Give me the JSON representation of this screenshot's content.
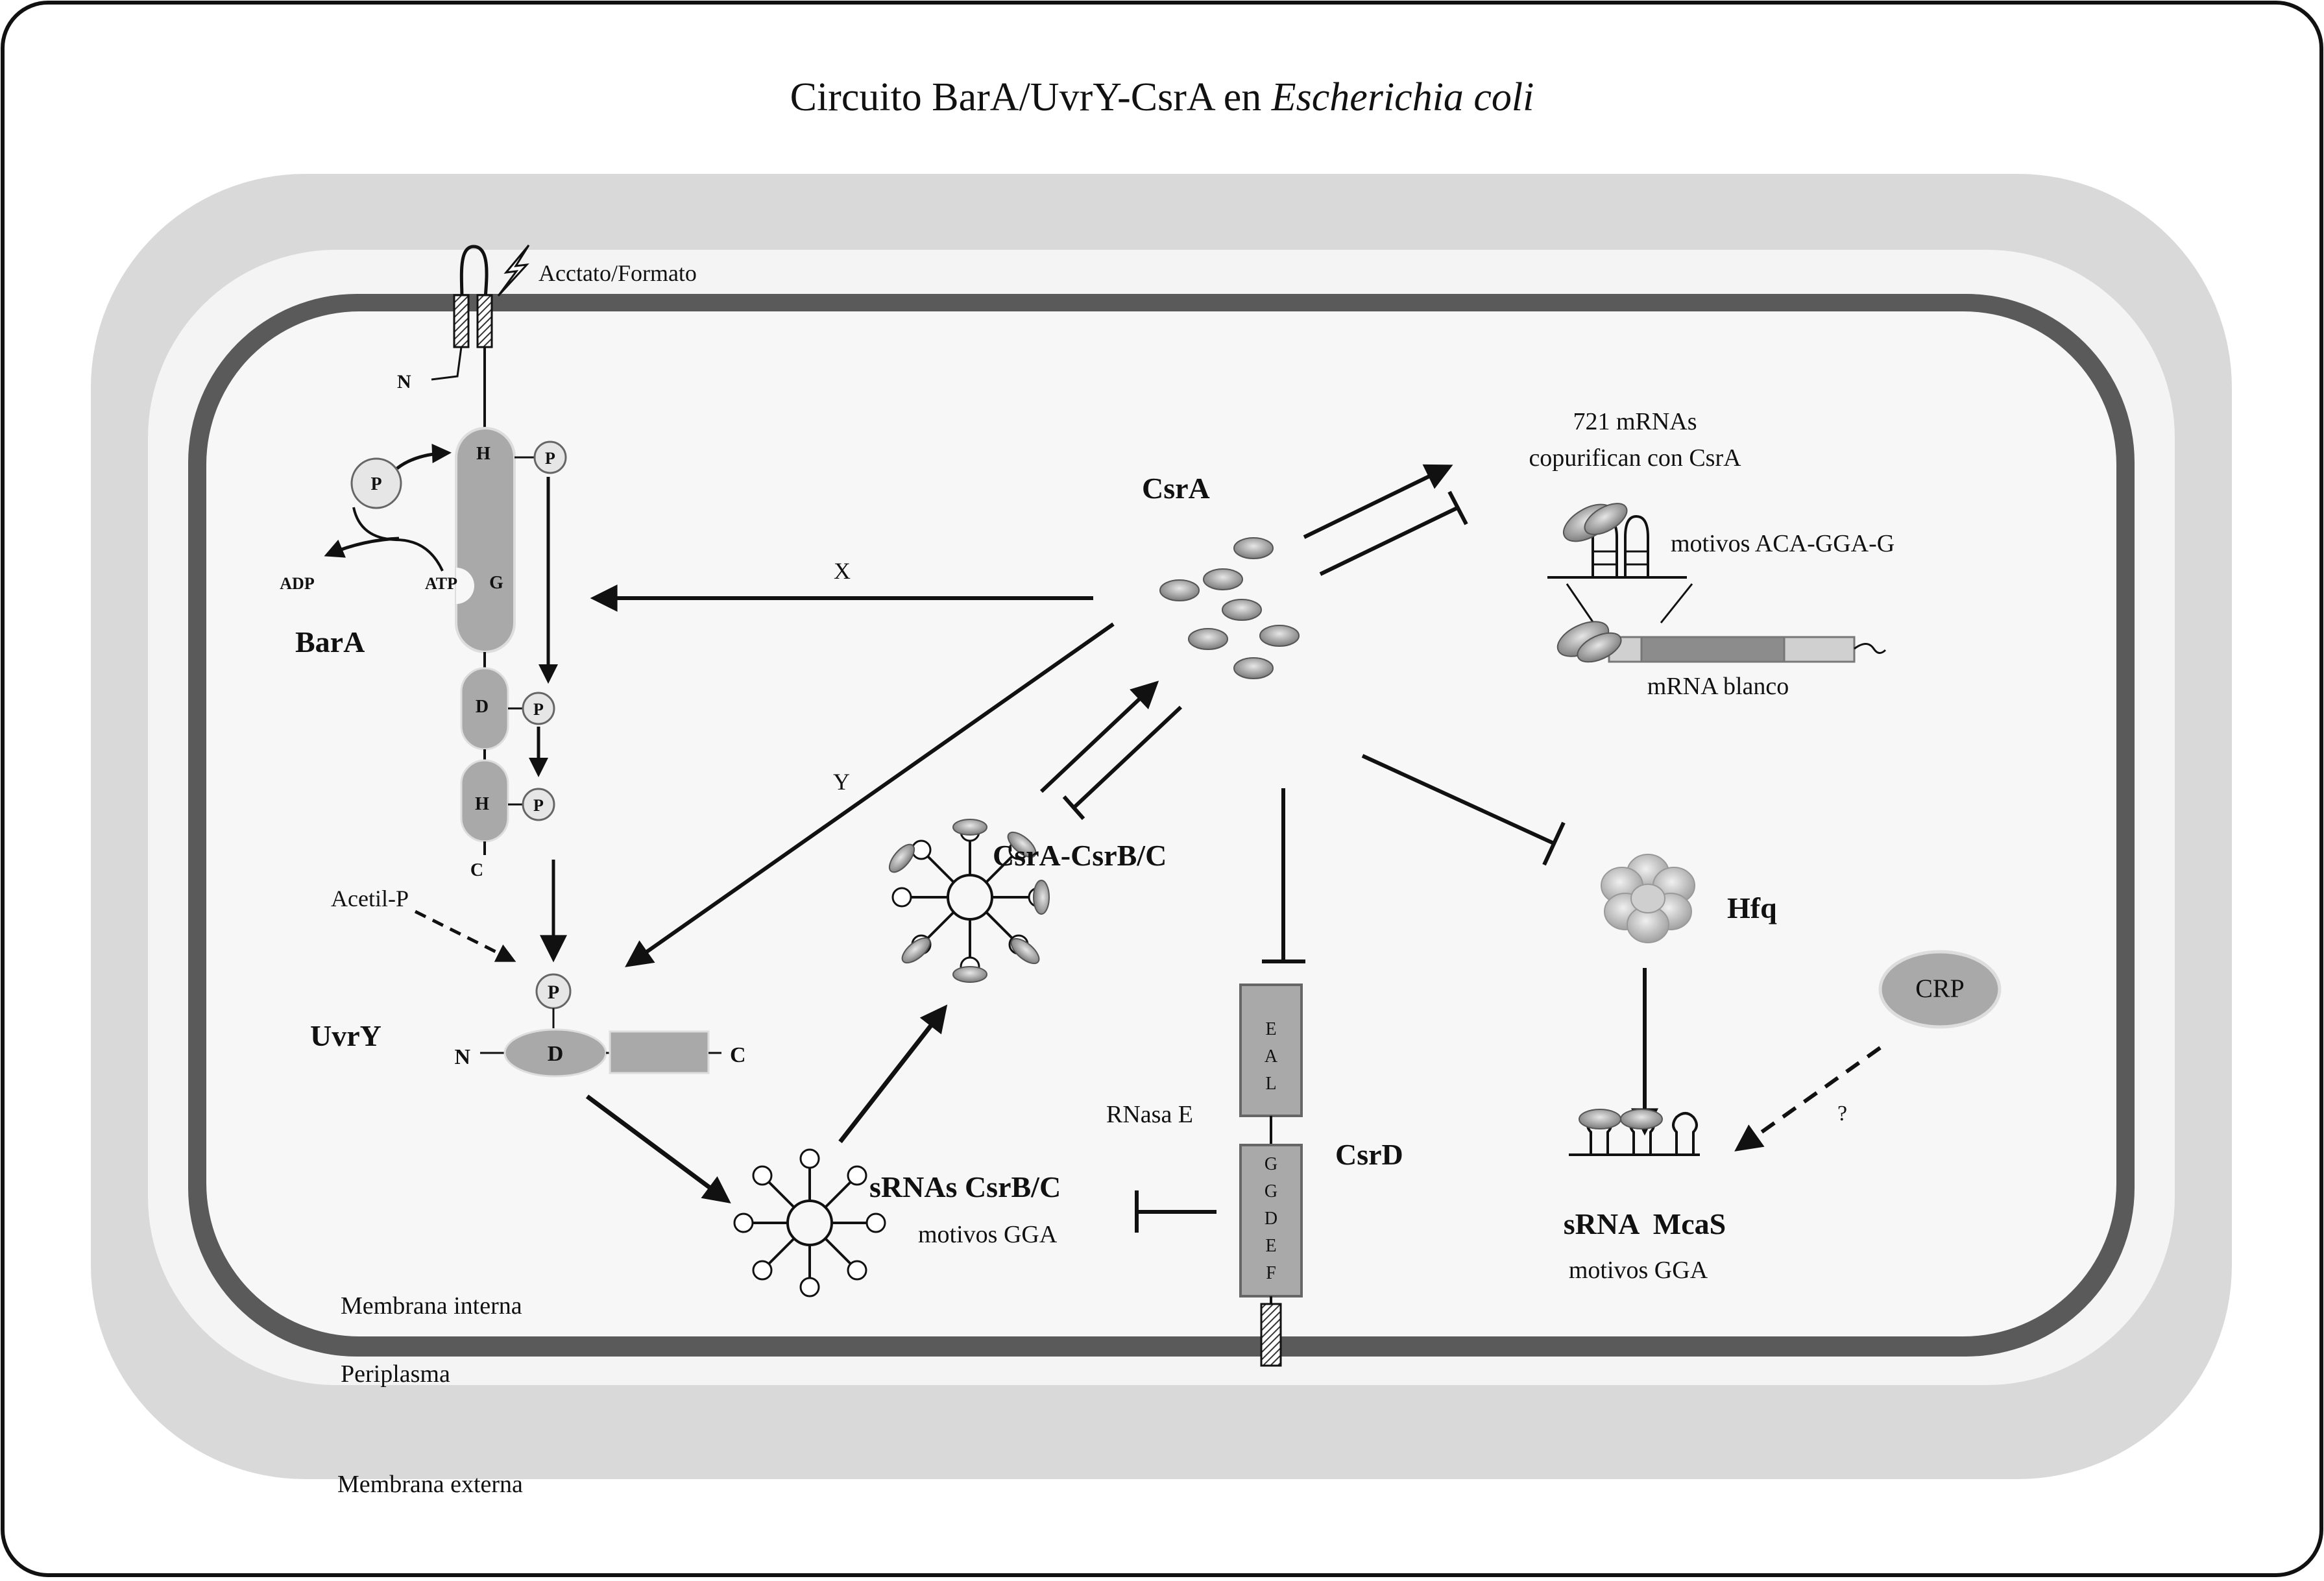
{
  "title": {
    "main": "Circuito BarA/UvrY-CsrA en ",
    "italic": "Escherichia coli"
  },
  "layers": {
    "inner": "Membrana interna",
    "periplasm": "Periplasma",
    "outer": "Membrana externa"
  },
  "signal": "Acctato/Formato",
  "bara": {
    "label": "BarA",
    "n_term": "N",
    "c_term": "C",
    "h": "H",
    "g": "G",
    "d": "D",
    "h2": "H",
    "p": "P",
    "atp": "ATP",
    "adp": "ADP"
  },
  "uvry": {
    "label": "UvrY",
    "n_term": "N",
    "c_term": "C",
    "d": "D",
    "p": "P",
    "acetil": "Acetil-P"
  },
  "csra": {
    "label": "CsrA"
  },
  "arrows": {
    "x": "X",
    "y": "Y",
    "question": "?"
  },
  "targets": {
    "count": "721 mRNAs",
    "copurify": "copurifican con CsrA",
    "motif": "motivos ACA-GGA-G",
    "mrna": "mRNA blanco"
  },
  "complex": {
    "label": "CsrA-CsrB/C"
  },
  "srnas": {
    "label": "sRNAs CsrB/C",
    "motif": "motivos GGA"
  },
  "csrd": {
    "label": "CsrD",
    "rnase": "RNasa E",
    "eal": [
      "E",
      "A",
      "L"
    ],
    "ggdef": [
      "G",
      "G",
      "D",
      "E",
      "F"
    ]
  },
  "hfq": {
    "label": "Hfq"
  },
  "crp": {
    "label": "CRP"
  },
  "mcas": {
    "label": "sRNA  McaS",
    "motif": "motivos GGA"
  },
  "colors": {
    "frame": "#111111",
    "outer_membrane": "#d9d9d9",
    "periplasm": "#f4f4f4",
    "inner_membrane": "#5a5a5a",
    "cytoplasm": "#f7f7f7",
    "protein": "#a9a9a9",
    "protein_dark": "#8c8c8c"
  }
}
